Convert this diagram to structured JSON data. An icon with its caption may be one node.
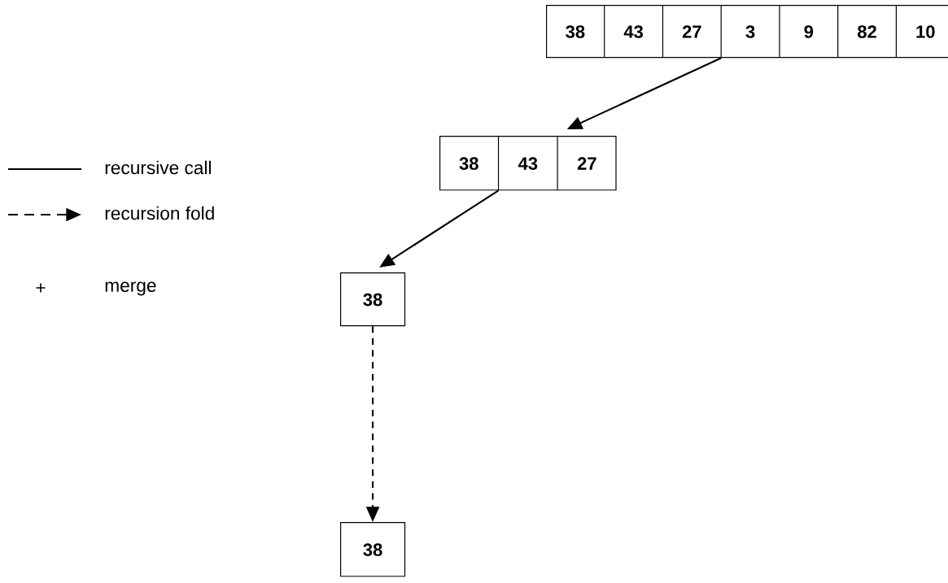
{
  "diagram": {
    "nodes": [
      {
        "text": [
          "38",
          "43",
          "27",
          "3",
          "9",
          "82",
          "10"
        ]
      },
      {
        "text": [
          "38",
          "43",
          "27"
        ]
      },
      {
        "text": [
          "38"
        ]
      },
      {
        "text": [
          "38"
        ]
      }
    ],
    "edges": [
      {
        "from": 0,
        "to": 1,
        "arrow": "to"
      },
      {
        "from": 1,
        "to": 2,
        "arrow": "to"
      },
      {
        "from": 2,
        "to": 3,
        "arrow": "to",
        "style": "dashed"
      }
    ],
    "labels": [
      "+"
    ],
    "legend": [
      {
        "text": "recursive call"
      },
      {
        "text": "recursion fold"
      },
      {
        "text": "merge"
      }
    ]
  }
}
